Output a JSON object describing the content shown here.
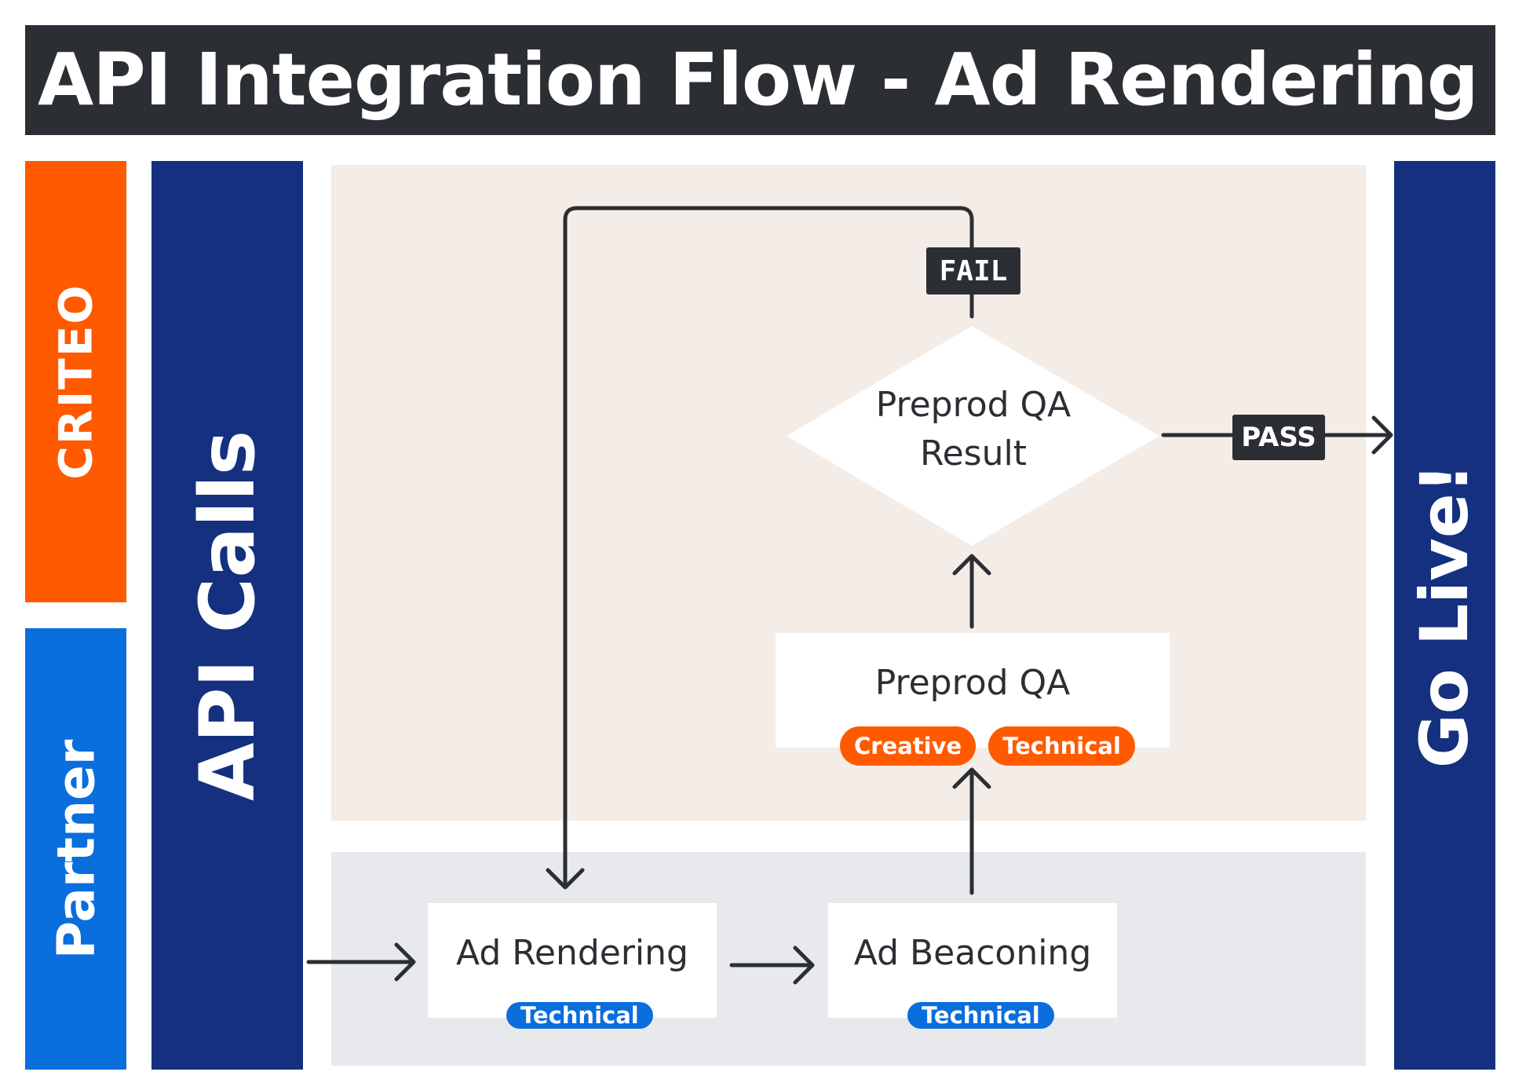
{
  "title": "API Integration Flow - Ad Rendering",
  "lanes": {
    "criteo": "CRITEO",
    "partner": "Partner",
    "api_calls": "API Calls",
    "go_live": "Go Live!"
  },
  "nodes": {
    "preprod_qa": {
      "label": "Preprod QA",
      "tags": [
        "Creative",
        "Technical"
      ]
    },
    "preprod_qa_result": {
      "line1": "Preprod QA",
      "line2": "Result"
    },
    "ad_rendering": {
      "label": "Ad Rendering",
      "tags": [
        "Technical"
      ]
    },
    "ad_beaconing": {
      "label": "Ad Beaconing",
      "tags": [
        "Technical"
      ]
    }
  },
  "edges": {
    "fail_label": "FAIL",
    "pass_label": "PASS"
  },
  "colors": {
    "criteo_orange": "#ff5a00",
    "partner_blue": "#0a6edc",
    "navy": "#14307f",
    "dark": "#2b2e33",
    "criteo_zone": "#f4ece6",
    "partner_zone": "#e7e9ed"
  }
}
